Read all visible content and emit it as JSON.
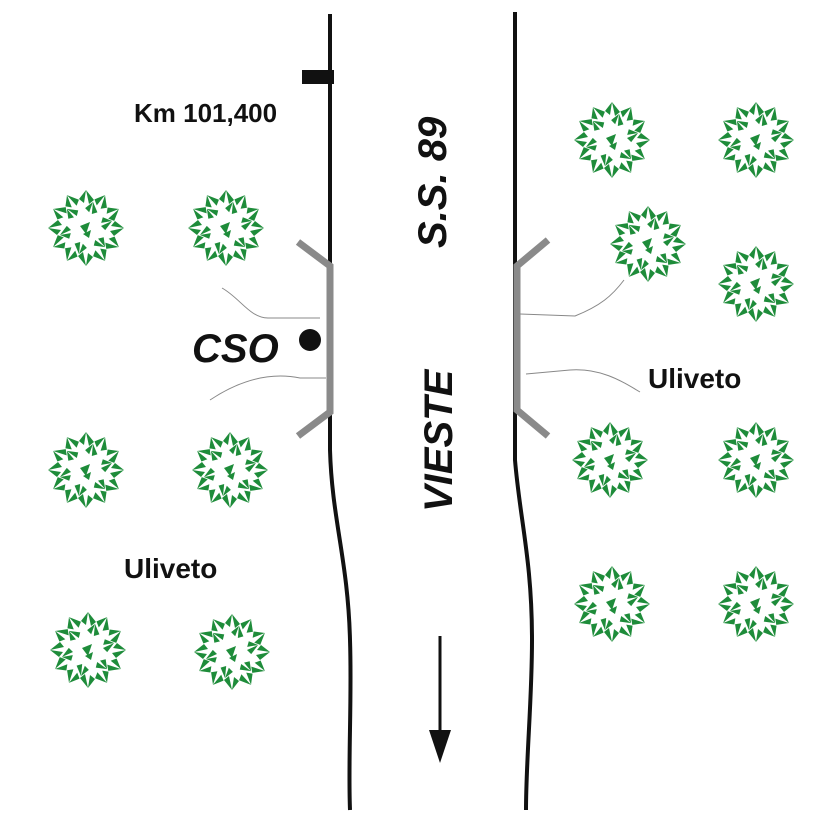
{
  "map": {
    "km_marker": "Km 101,400",
    "road_name": "S.S. 89",
    "direction_label": "VIESTE",
    "site_label": "CSO",
    "area_labels": [
      "Uliveto",
      "Uliveto"
    ],
    "direction_arrow": "arrow-down-icon",
    "tree_icon": "olive-tree-icon",
    "colors": {
      "tree": "#1e8c3a",
      "road_edge": "#111111",
      "guardrail": "#8a8a8a",
      "ditch": "#888888"
    }
  }
}
